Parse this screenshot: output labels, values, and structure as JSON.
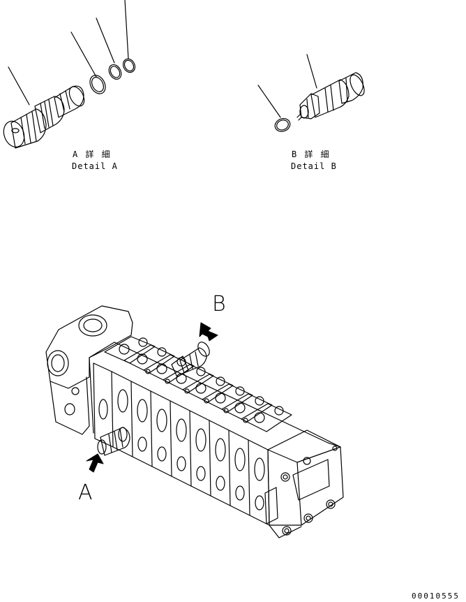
{
  "detail_a": {
    "jp": "A 詳 細",
    "en": "Detail A"
  },
  "detail_b": {
    "jp": "B 詳 細",
    "en": "Detail B"
  },
  "callout_a": "A",
  "callout_b": "B",
  "drawing_code": "00010555"
}
